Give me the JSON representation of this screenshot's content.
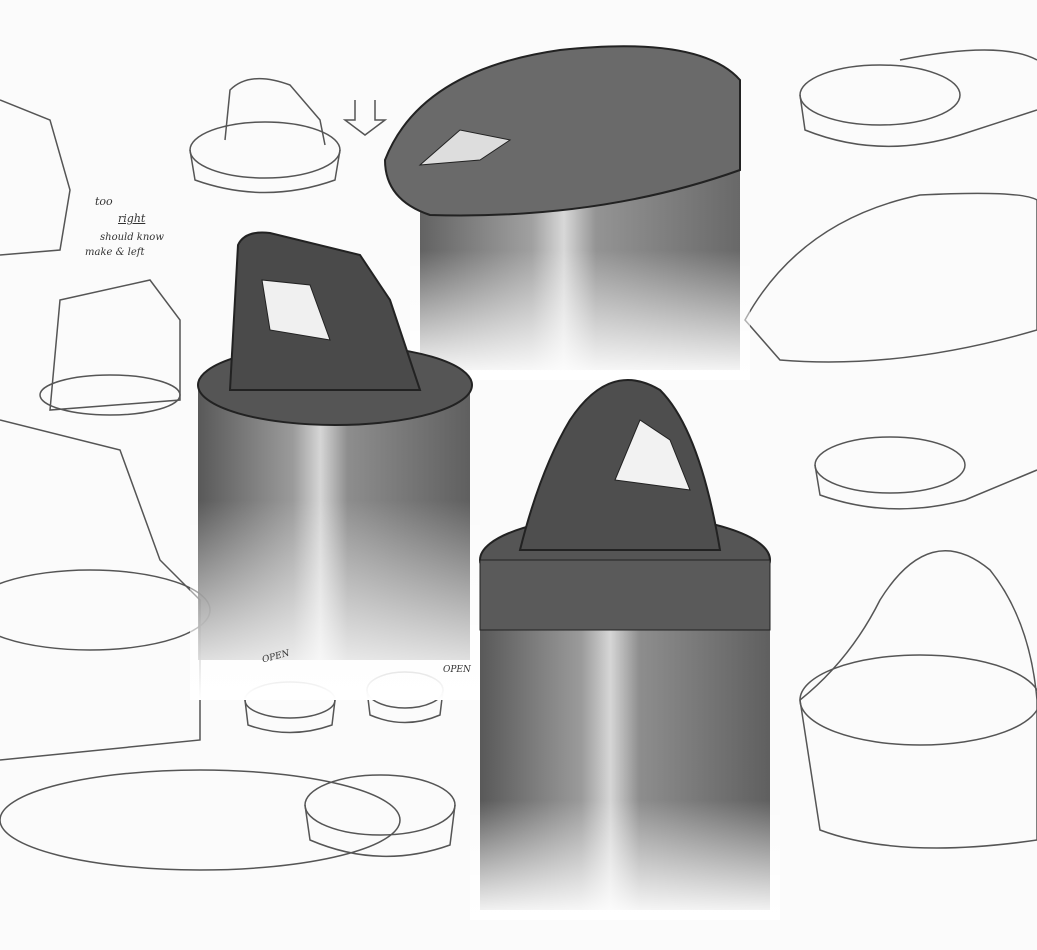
{
  "sketch": {
    "annotations": {
      "note_too": "too",
      "note_right": "right",
      "note_should": "should know",
      "note_left": "make & left",
      "open_label_1": "OPEN",
      "open_label_2": "OPEN"
    },
    "colors": {
      "paper": "#fbfbfb",
      "graphite": "#3a3a3a",
      "body_shade": "#6e6e6e",
      "highlight": "#d8d8d8"
    }
  }
}
